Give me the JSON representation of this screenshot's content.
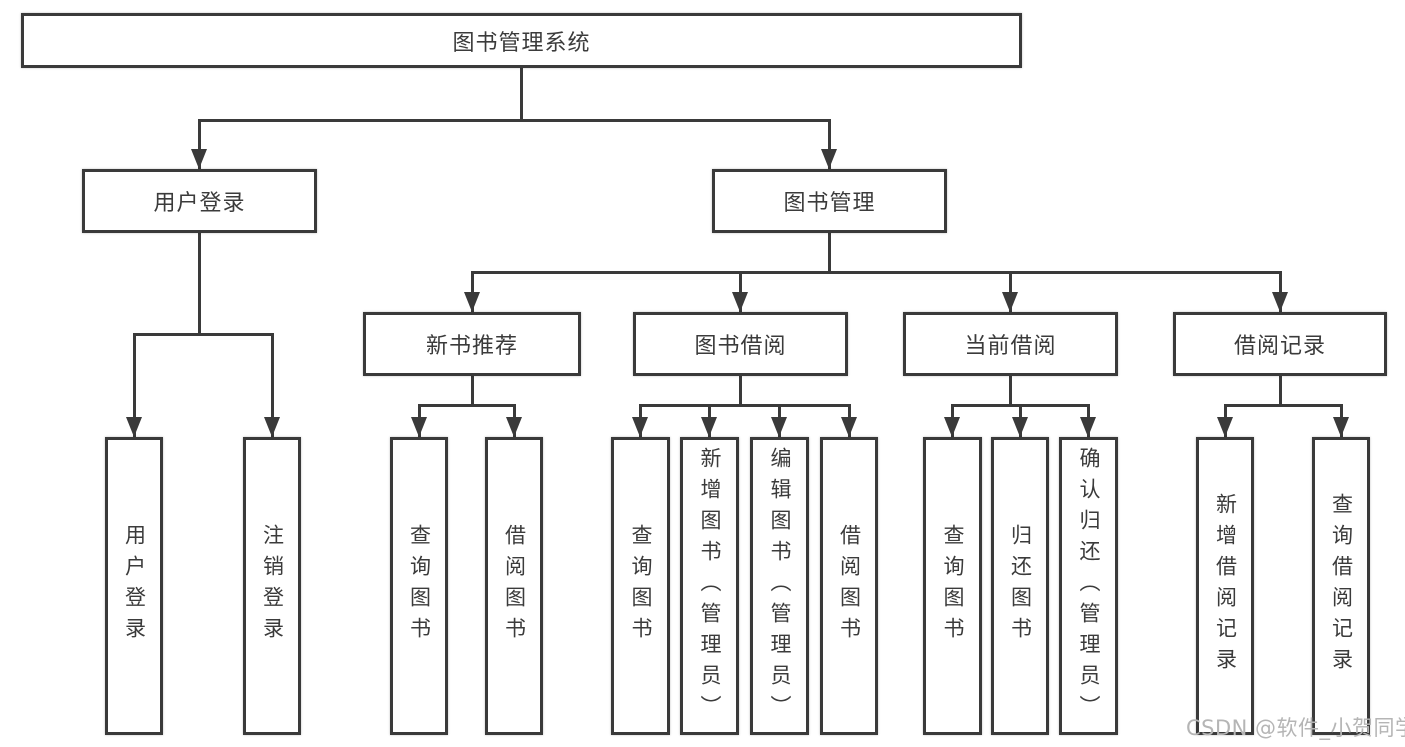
{
  "colors": {
    "background": "#ffffff",
    "line": "#3a3a3a",
    "box_border": "#3a3a3a",
    "text": "#3b3b3b",
    "watermark": "#b5b5b5"
  },
  "tree": {
    "root": {
      "label": "图书管理系统",
      "children": [
        {
          "label": "用户登录",
          "children": [
            {
              "label": "用户登录"
            },
            {
              "label": "注销登录"
            }
          ]
        },
        {
          "label": "图书管理",
          "children": [
            {
              "label": "新书推荐",
              "children": [
                {
                  "label": "查询图书"
                },
                {
                  "label": "借阅图书"
                }
              ]
            },
            {
              "label": "图书借阅",
              "children": [
                {
                  "label": "查询图书"
                },
                {
                  "label": "新增图书（管理员）"
                },
                {
                  "label": "编辑图书（管理员）"
                },
                {
                  "label": "借阅图书"
                }
              ]
            },
            {
              "label": "当前借阅",
              "children": [
                {
                  "label": "查询图书"
                },
                {
                  "label": "归还图书"
                },
                {
                  "label": "确认归还（管理员）"
                }
              ]
            },
            {
              "label": "借阅记录",
              "children": [
                {
                  "label": "新增借阅记录"
                },
                {
                  "label": "查询借阅记录"
                }
              ]
            }
          ]
        }
      ]
    }
  },
  "watermark": {
    "text": "CSDN @软件_小贺同学"
  }
}
